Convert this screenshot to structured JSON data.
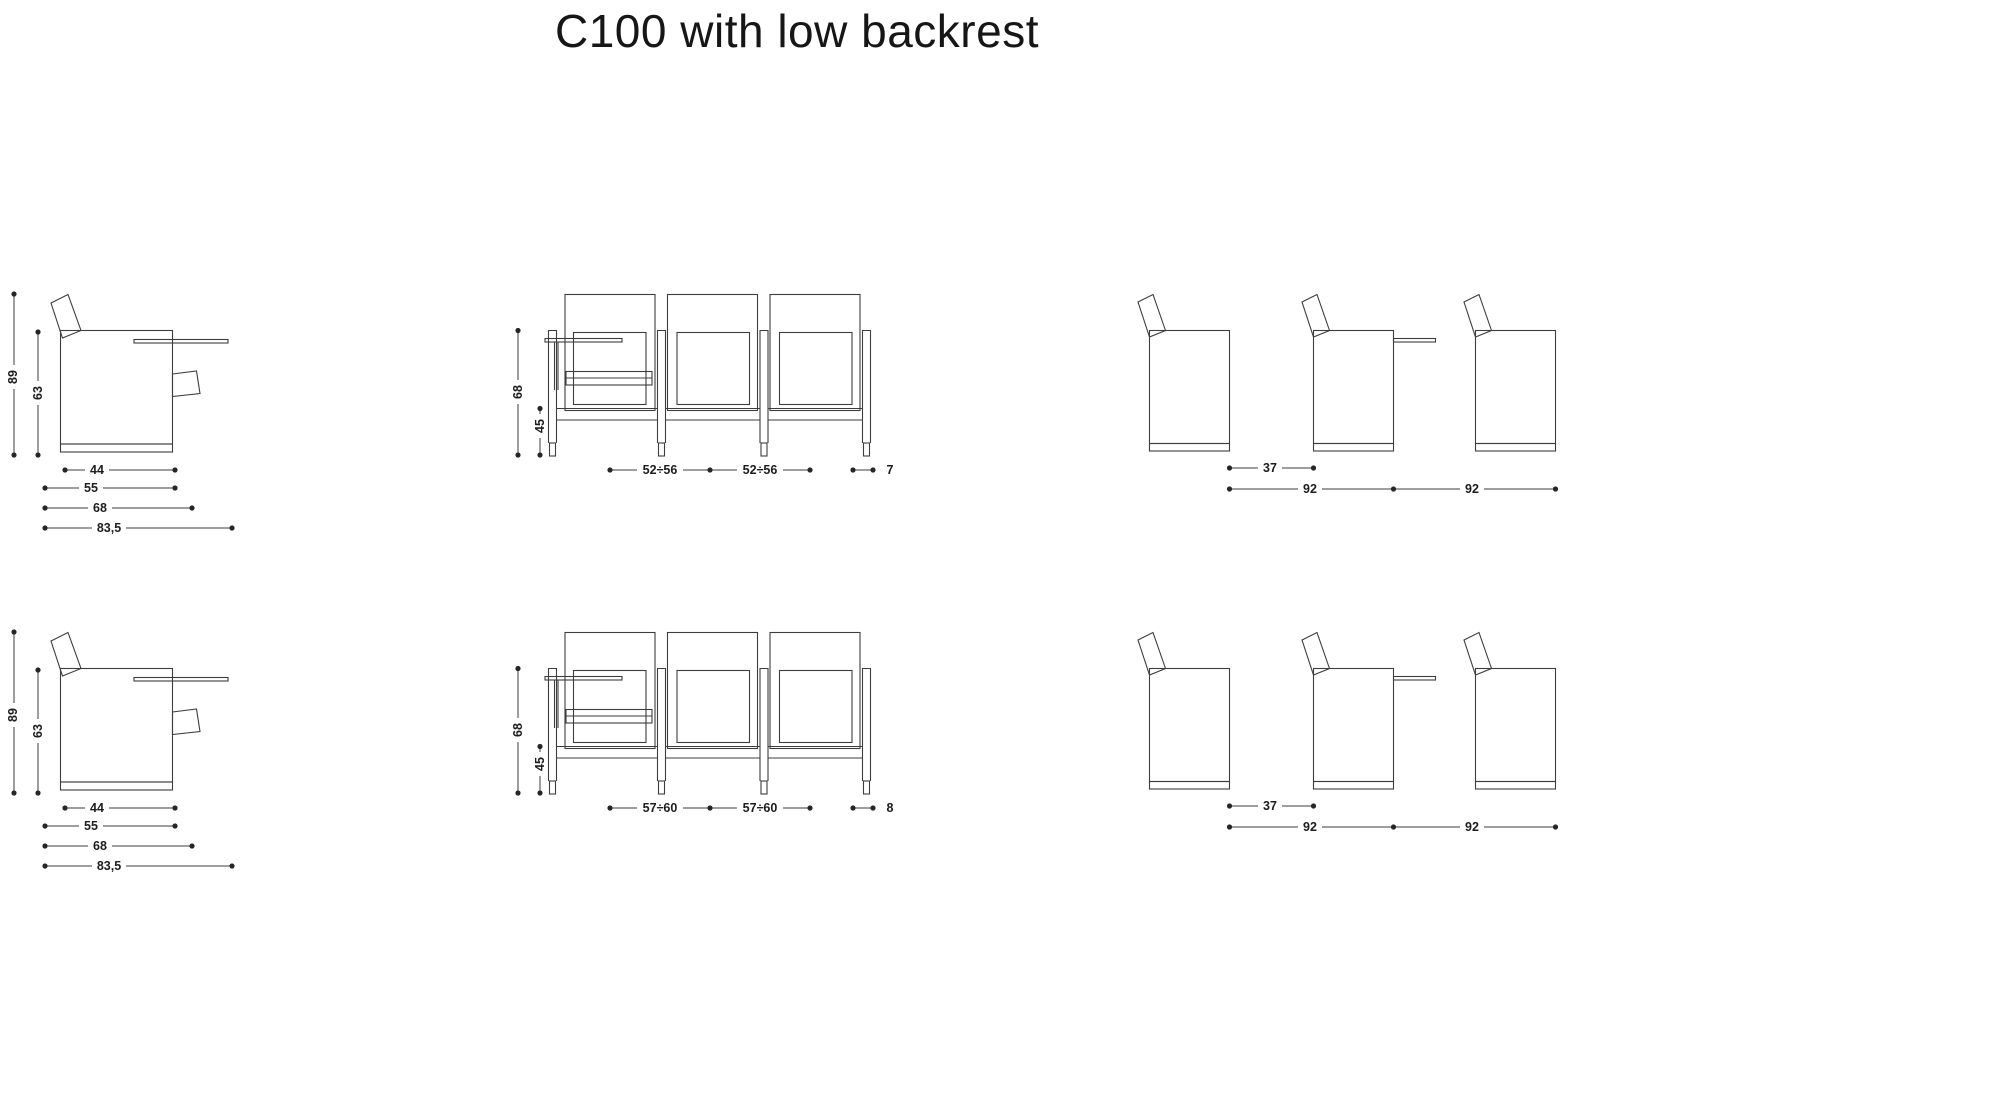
{
  "title": "C100 with low backrest",
  "rows": [
    {
      "side_v": [
        "89",
        "63"
      ],
      "side_h": [
        "44",
        "55",
        "68",
        "83,5"
      ],
      "front_v": [
        "68",
        "45"
      ],
      "front_h": [
        "52÷56",
        "52÷56",
        "7"
      ],
      "row_h": [
        "37",
        "92",
        "92"
      ]
    },
    {
      "side_v": [
        "89",
        "63"
      ],
      "side_h": [
        "44",
        "55",
        "68",
        "83,5"
      ],
      "front_v": [
        "68",
        "45"
      ],
      "front_h": [
        "57÷60",
        "57÷60",
        "8"
      ],
      "row_h": [
        "37",
        "92",
        "92"
      ]
    }
  ]
}
